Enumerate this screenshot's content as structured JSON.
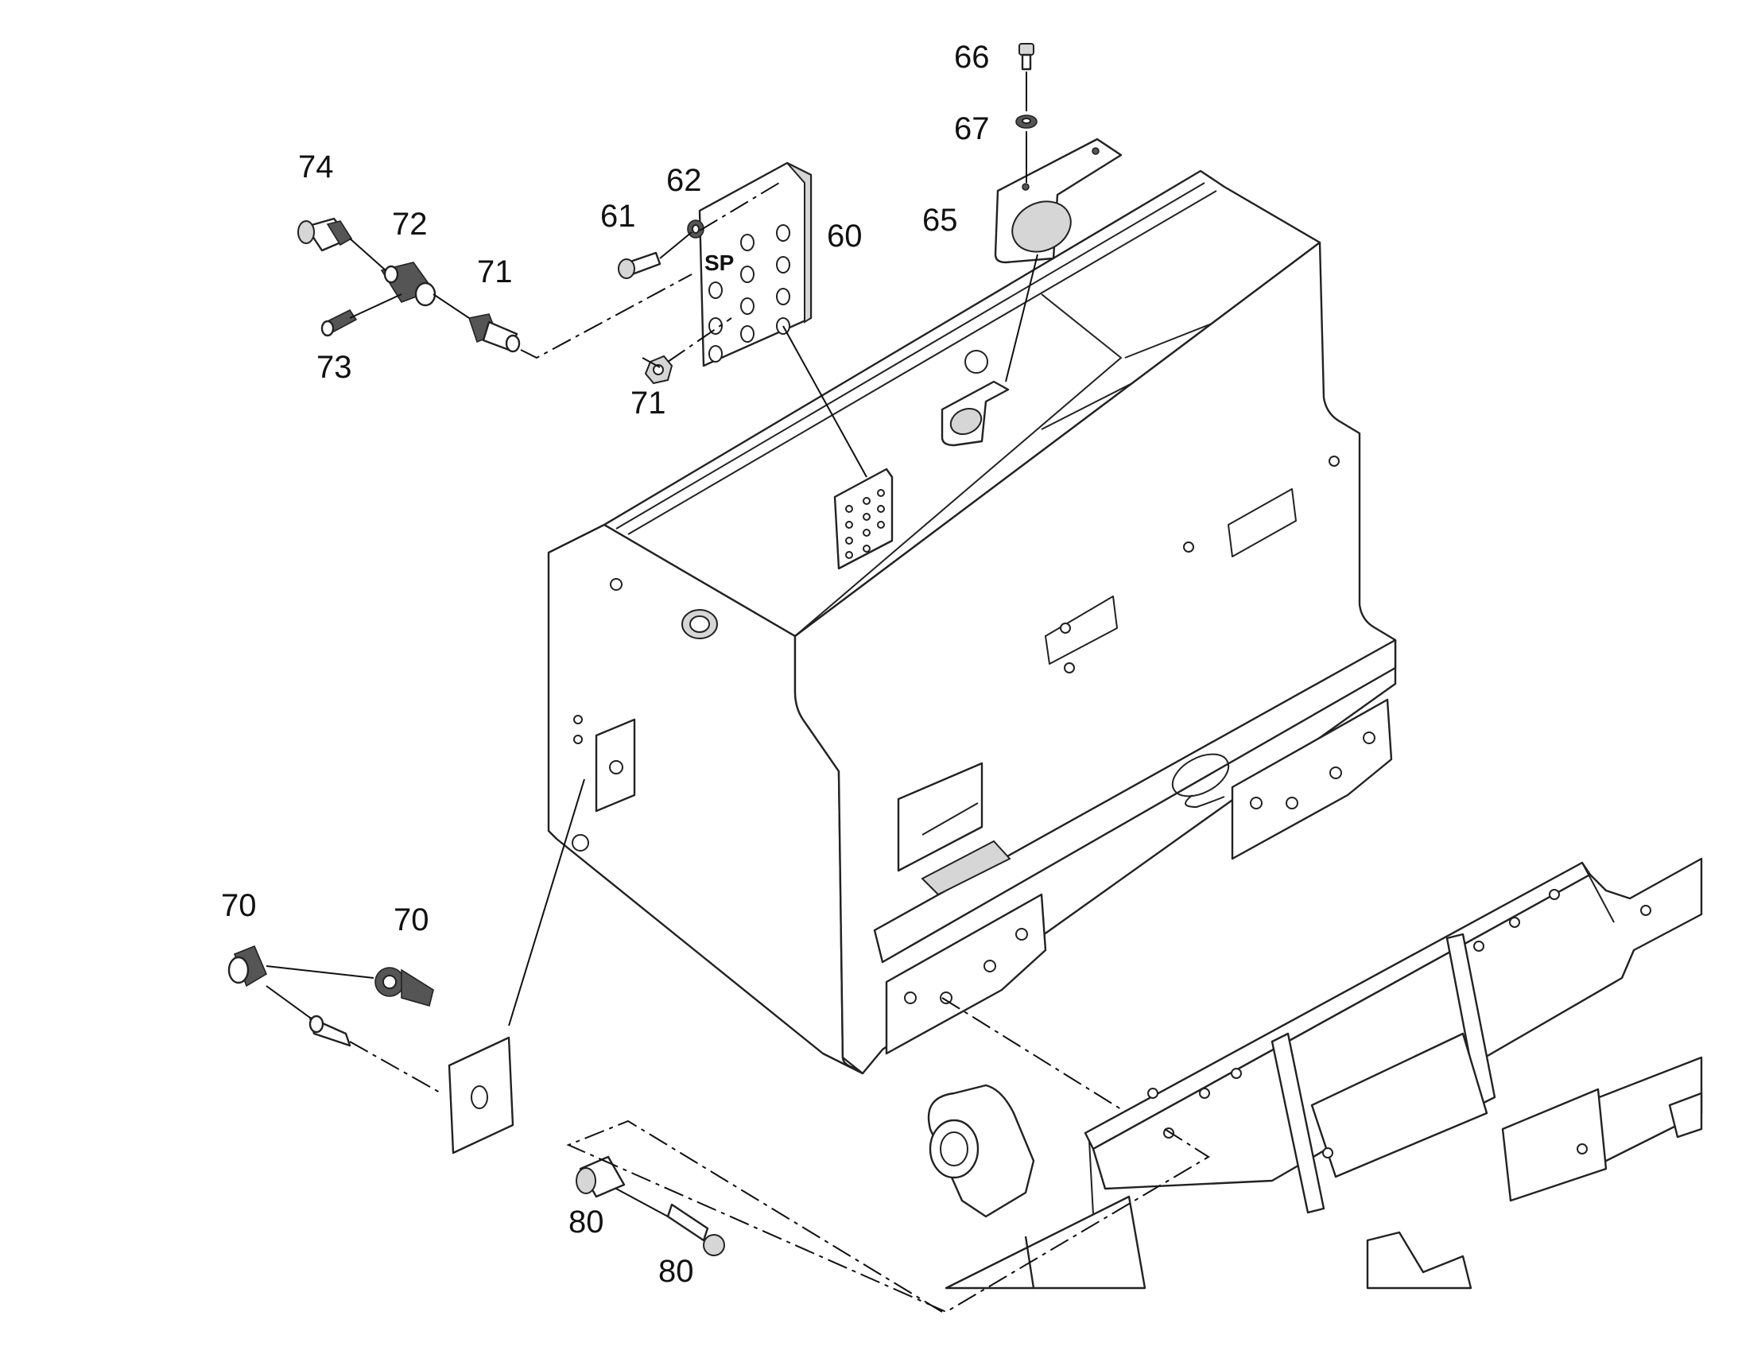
{
  "diagram": {
    "callouts": {
      "c60": "60",
      "c61": "61",
      "c62": "62",
      "c65": "65",
      "c66": "66",
      "c67": "67",
      "c70a": "70",
      "c70b": "70",
      "c71a": "71",
      "c71b": "71",
      "c72": "72",
      "c73": "73",
      "c74": "74",
      "c80a": "80",
      "c80b": "80"
    },
    "plate_marking": "SP"
  }
}
